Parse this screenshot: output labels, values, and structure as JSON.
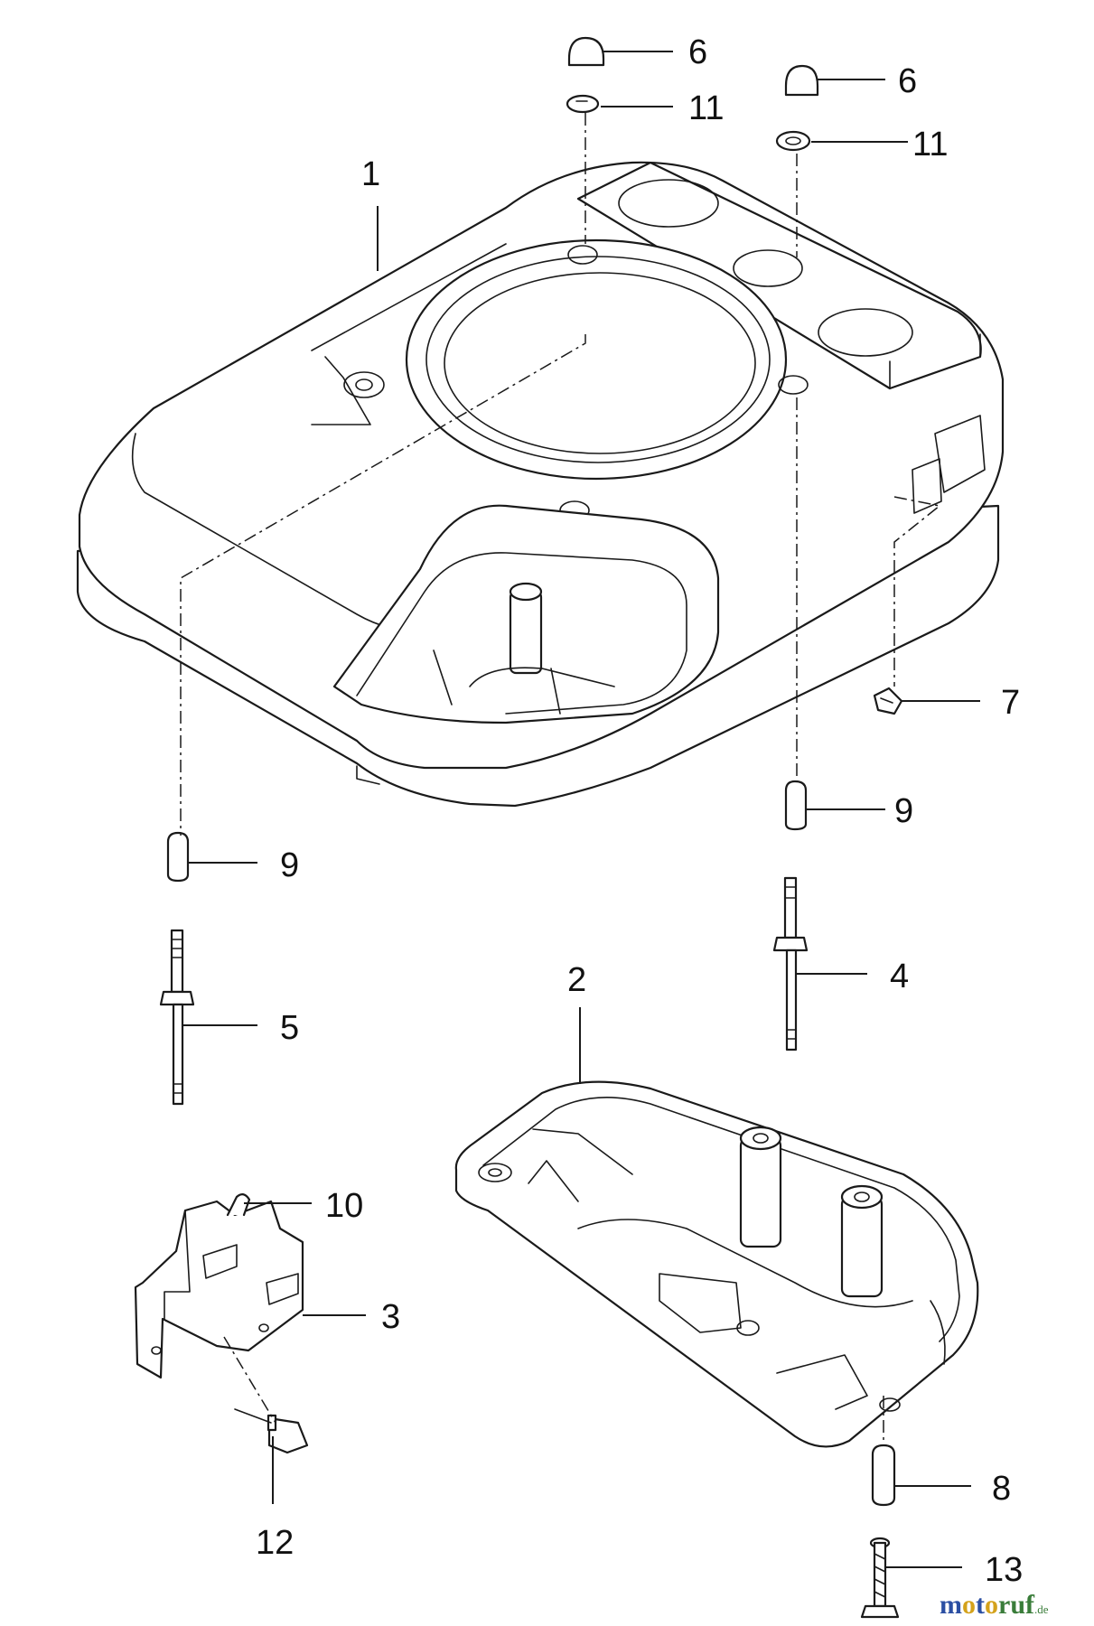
{
  "callouts": {
    "c1": "1",
    "c2": "2",
    "c3": "3",
    "c4": "4",
    "c5": "5",
    "c6a": "6",
    "c6b": "6",
    "c7": "7",
    "c8": "8",
    "c9a": "9",
    "c9b": "9",
    "c10": "10",
    "c11a": "11",
    "c11b": "11",
    "c12": "12",
    "c13": "13"
  },
  "watermark": {
    "main": "motoruf",
    "suffix": ".de",
    "colors": {
      "m": "#2b4fa3",
      "o": "#d4a21c",
      "t": "#2b4fa3",
      "ruf": "#3a7d3a"
    }
  }
}
